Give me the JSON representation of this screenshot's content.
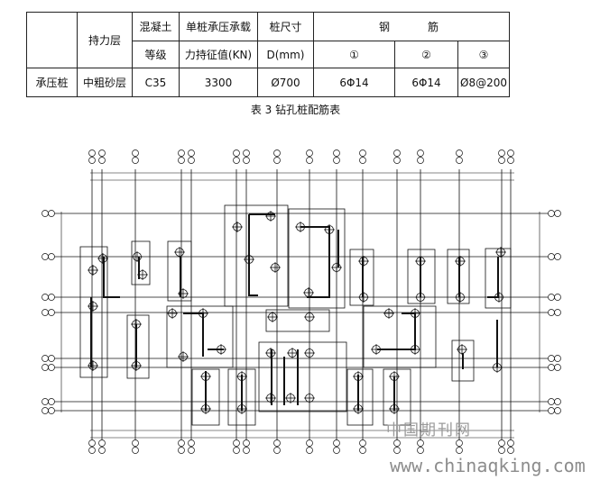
{
  "table": {
    "headers_row1": {
      "bearing_layer": "持力层",
      "concrete": "混凝土",
      "capacity": "单桩承压承载",
      "size": "桩尺寸",
      "rebar": "钢　　筋"
    },
    "headers_row2": {
      "concrete": "等级",
      "capacity": "力持征值(KN)",
      "size": "D(mm)",
      "rebar_1": "①",
      "rebar_2": "②",
      "rebar_3": "③"
    },
    "row": {
      "type": "承压桩",
      "layer": "中粗砂层",
      "grade": "C35",
      "value": "3300",
      "diameter": "Ø700",
      "rebar_1": "6Φ14",
      "rebar_2": "6Φ14",
      "rebar_3": "Ø8@200"
    }
  },
  "caption": "表 3 钻孔桩配筋表",
  "watermark": {
    "cn": "中国期刊网",
    "url": "www.chinaqking.com"
  },
  "plan": {
    "line_color": "#111111"
  }
}
